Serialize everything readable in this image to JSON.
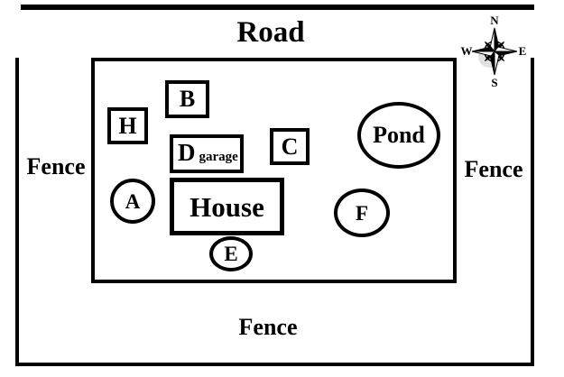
{
  "colors": {
    "ink": "#000000",
    "background": "#ffffff",
    "shadow": "#c4c4c4"
  },
  "road": {
    "label": "Road"
  },
  "fences": {
    "left": "Fence",
    "right": "Fence",
    "bottom": "Fence"
  },
  "compass": {
    "north": "N",
    "south": "S",
    "east": "E",
    "west": "W"
  },
  "property": {
    "house": {
      "label": "House"
    },
    "garage": {
      "letter": "D",
      "caption": "garage"
    },
    "pond": {
      "label": "Pond"
    },
    "plots": {
      "a": "A",
      "b": "B",
      "c": "C",
      "e": "E",
      "f": "F",
      "h": "H"
    }
  }
}
